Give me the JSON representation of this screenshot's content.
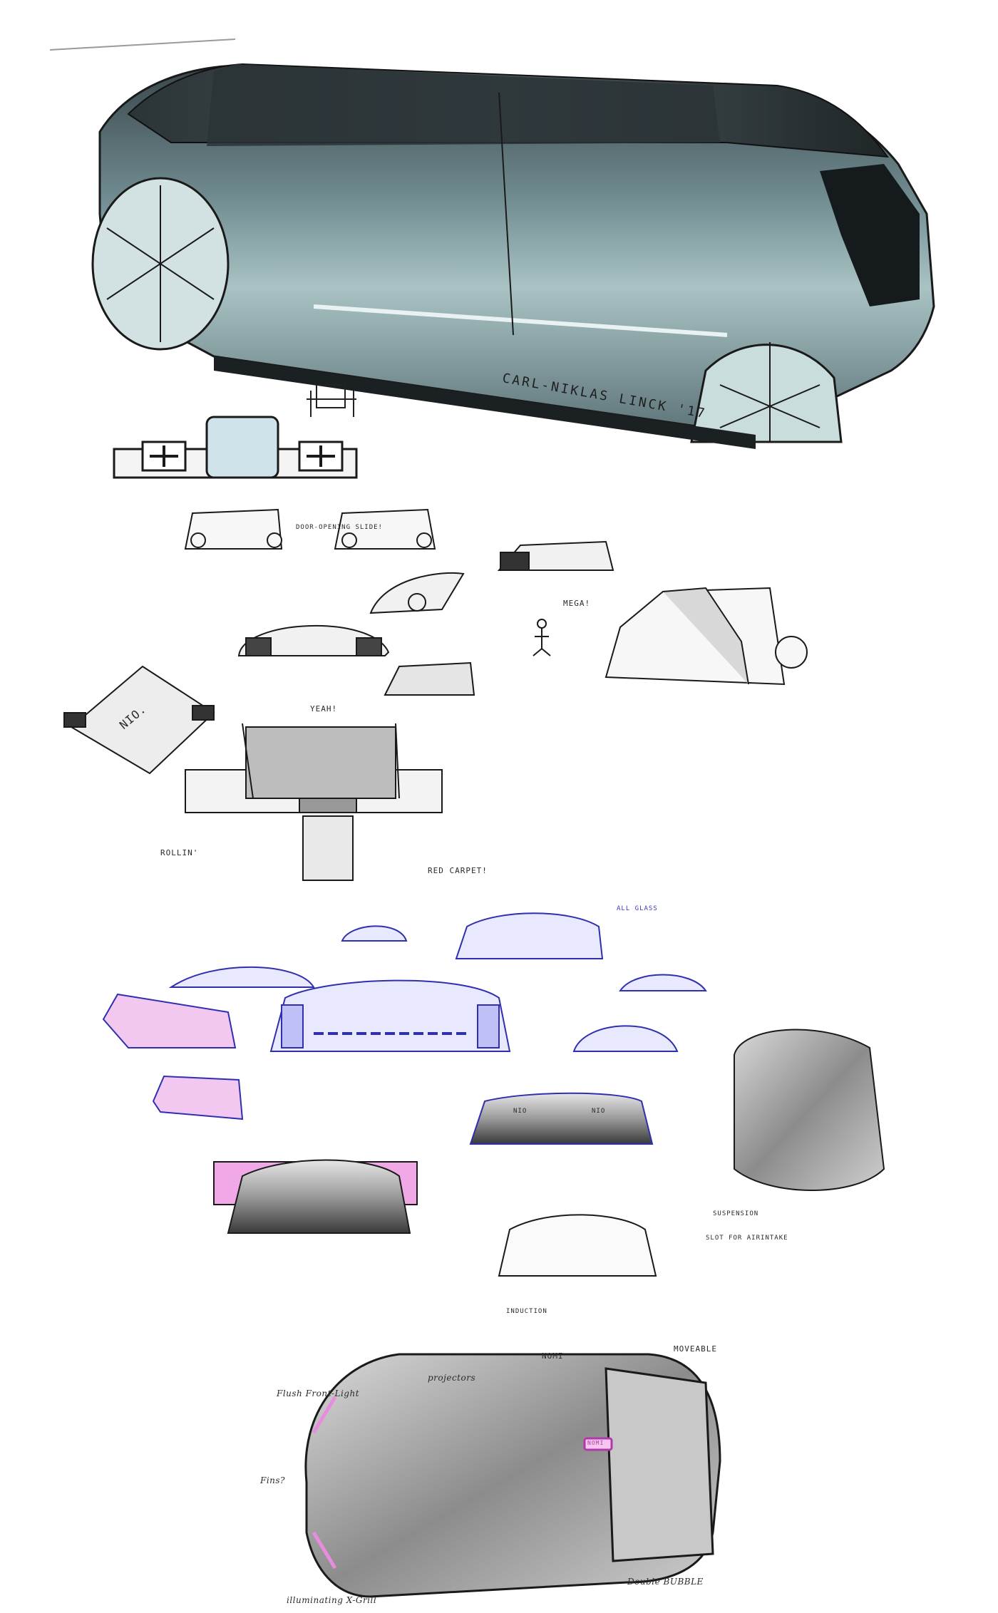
{
  "signature": "CARL-NIKLAS LINCK '17",
  "sketches": {
    "door_slide_note": "DOOR-OPENING SLIDE!",
    "mega_note": "MEGA!",
    "nio_top_label": "NIO.",
    "yeah_note": "YEAH!",
    "rollin_note": "ROLLIN'",
    "red_carpet_note": "RED CARPET!"
  },
  "front_views": {
    "all_glass_note": "ALL GLASS",
    "nio_badge_left": "NIO",
    "nio_badge_right": "NIO",
    "suspension_note": "SUSPENSION",
    "airintake_note": "SLOT FOR AIRINTAKE",
    "induction_note": "INDUCTION"
  },
  "top_view": {
    "flush_light_note": "Flush Front-Light",
    "projectors_note": "projectors",
    "nomi_note": "NOMI",
    "moveable_note": "MOVEABLE",
    "fins_note": "Fins?",
    "double_bubble_note": "Double BUBBLE",
    "x_grill_note": "illuminating X-Grill",
    "nomi_badge": "NOMI"
  },
  "colors": {
    "paper": "#ffffff",
    "ink": "#1c1c1c",
    "body_teal": "#8fa9ab",
    "body_dark": "#2f3a3d",
    "pen_blue": "#2f2fb0",
    "marker_pink": "#e88ce0"
  }
}
